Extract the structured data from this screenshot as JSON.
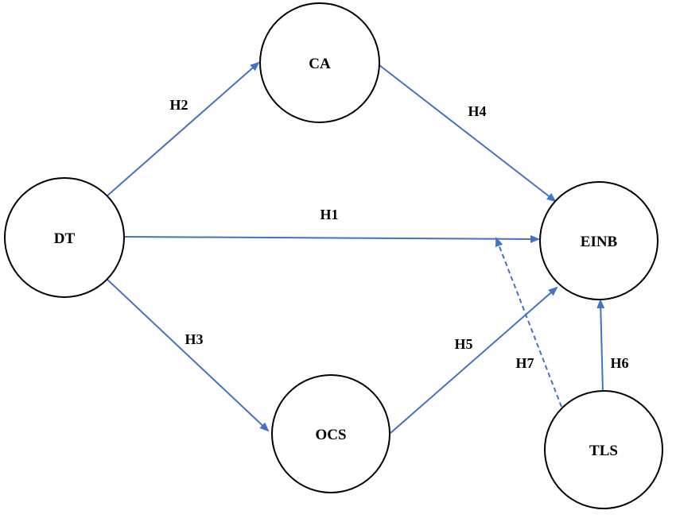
{
  "colors": {
    "arrow": "#4472c4",
    "node_border": "#000000",
    "background": "#ffffff"
  },
  "nodes": {
    "dt": "DT",
    "ca": "CA",
    "ocs": "OCS",
    "einb": "EINB",
    "tls": "TLS"
  },
  "edges": [
    {
      "id": "h1",
      "label": "H1",
      "from": "DT",
      "to": "EINB",
      "style": "solid"
    },
    {
      "id": "h2",
      "label": "H2",
      "from": "DT",
      "to": "CA",
      "style": "solid"
    },
    {
      "id": "h3",
      "label": "H3",
      "from": "DT",
      "to": "OCS",
      "style": "solid"
    },
    {
      "id": "h4",
      "label": "H4",
      "from": "CA",
      "to": "EINB",
      "style": "solid"
    },
    {
      "id": "h5",
      "label": "H5",
      "from": "OCS",
      "to": "EINB",
      "style": "solid"
    },
    {
      "id": "h6",
      "label": "H6",
      "from": "TLS",
      "to": "EINB",
      "style": "solid"
    },
    {
      "id": "h7",
      "label": "H7",
      "from": "TLS",
      "to": "DT-EINB path",
      "style": "dashed"
    }
  ]
}
